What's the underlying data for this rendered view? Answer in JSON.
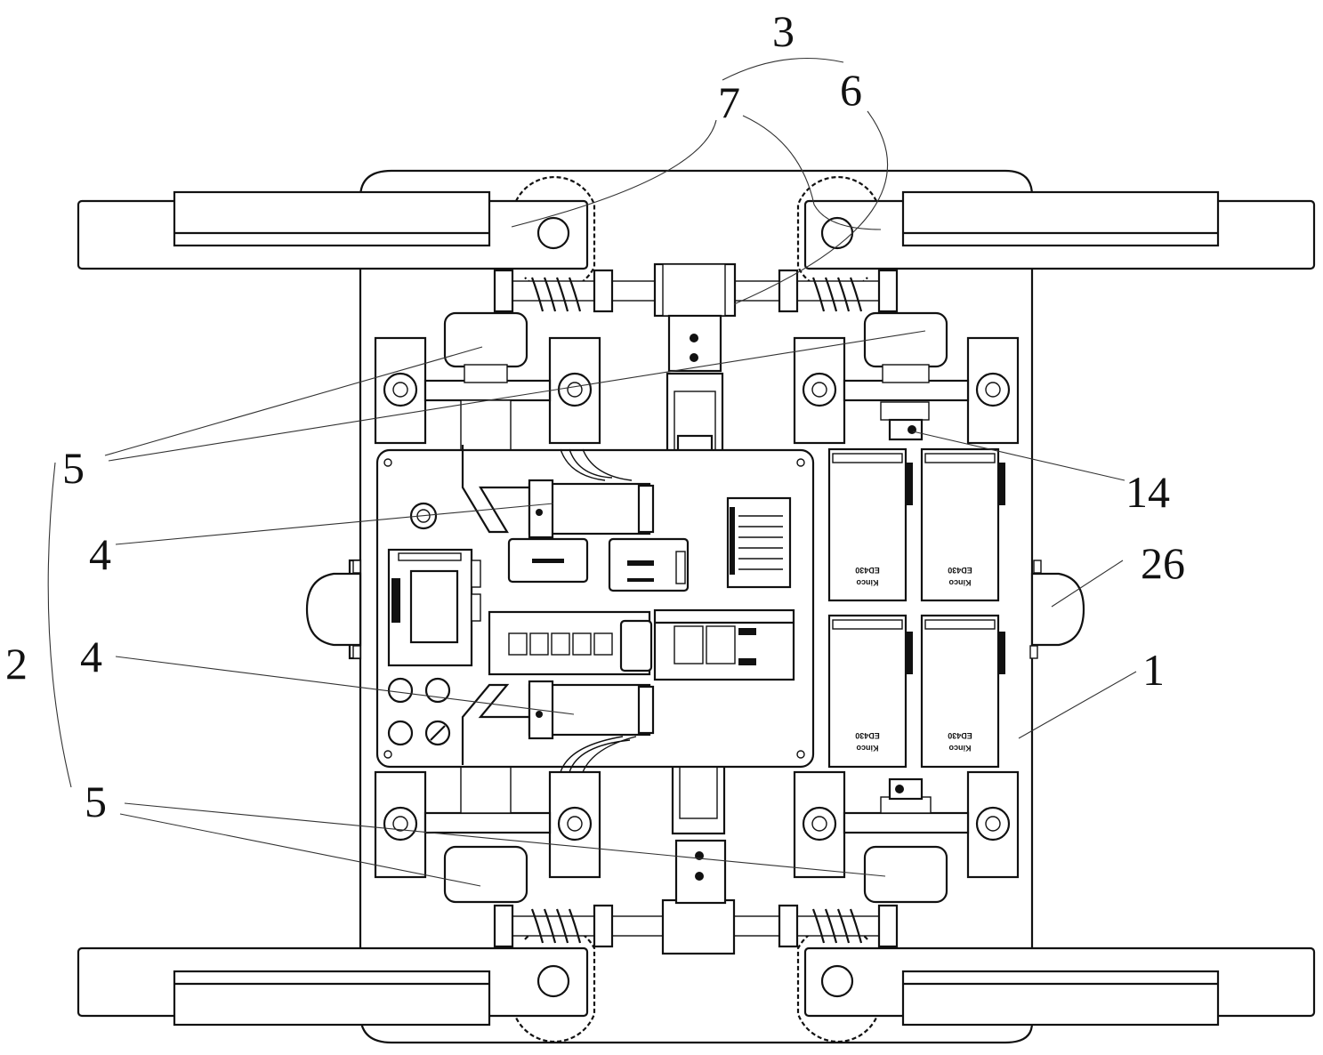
{
  "figure": {
    "type": "mechanical patent drawing (top view)",
    "subject": "tracked chassis with worm-gear driven flipper arms and control electronics",
    "line_color": "#111111",
    "background": "#ffffff"
  },
  "labels": [
    {
      "id": "1",
      "text": "1",
      "part": "chassis base plate"
    },
    {
      "id": "2",
      "text": "2",
      "part": "drive assembly group (bracket covering 5,4,4,5)"
    },
    {
      "id": "3",
      "text": "3",
      "part": "flipper drive group (bracket covering 7 and 6)"
    },
    {
      "id": "4a",
      "text": "4",
      "part": "upper drive motor"
    },
    {
      "id": "4b",
      "text": "4",
      "part": "lower drive motor"
    },
    {
      "id": "5a",
      "text": "5",
      "part": "upper wheel modules"
    },
    {
      "id": "5b",
      "text": "5",
      "part": "lower wheel modules"
    },
    {
      "id": "6",
      "text": "6",
      "part": "worm gear transmission"
    },
    {
      "id": "7",
      "text": "7",
      "part": "flipper arm pivot"
    },
    {
      "id": "14",
      "text": "14",
      "part": "sensor block"
    },
    {
      "id": "26",
      "text": "26",
      "part": "side lifting lug"
    }
  ],
  "components": {
    "drivers": {
      "brand_text": "Kinco",
      "model_text": "ED430",
      "count": 4
    },
    "relay_modules": 5,
    "flipper_arms": 4,
    "wheel_modules": 4
  }
}
